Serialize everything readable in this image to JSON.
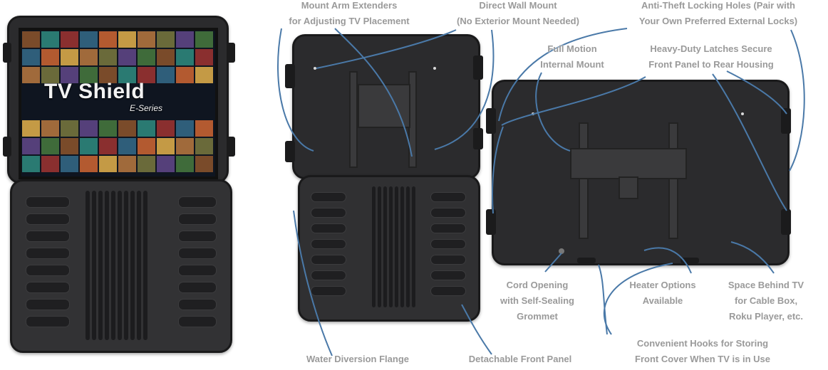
{
  "product": {
    "brand": "TV Shield",
    "series": "E-Series"
  },
  "labels": {
    "mount_arm_extenders": "Mount Arm Extenders\nfor Adjusting TV Placement",
    "direct_wall_mount": "Direct Wall Mount\n(No Exterior Mount Needed)",
    "anti_theft_locking_holes": "Anti-Theft Locking Holes (Pair with\nYour Own Preferred External Locks)",
    "full_motion_mount": "Full Motion\nInternal Mount",
    "heavy_duty_latches": "Heavy-Duty Latches Secure\nFront Panel to Rear Housing",
    "cord_opening": "Cord Opening\nwith Self-Sealing\nGrommet",
    "heater_options": "Heater Options\nAvailable",
    "space_behind_tv": "Space Behind TV\nfor Cable Box,\nRoku Player, etc.",
    "convenient_hooks": "Convenient Hooks for Storing\nFront Cover When TV is in Use",
    "water_diversion_flange": "Water Diversion Flange",
    "detachable_front_panel": "Detachable Front Panel"
  },
  "colors": {
    "case": "#2b2b2d",
    "arrow": "#4a79a8",
    "label_text": "#9a9a9a"
  }
}
